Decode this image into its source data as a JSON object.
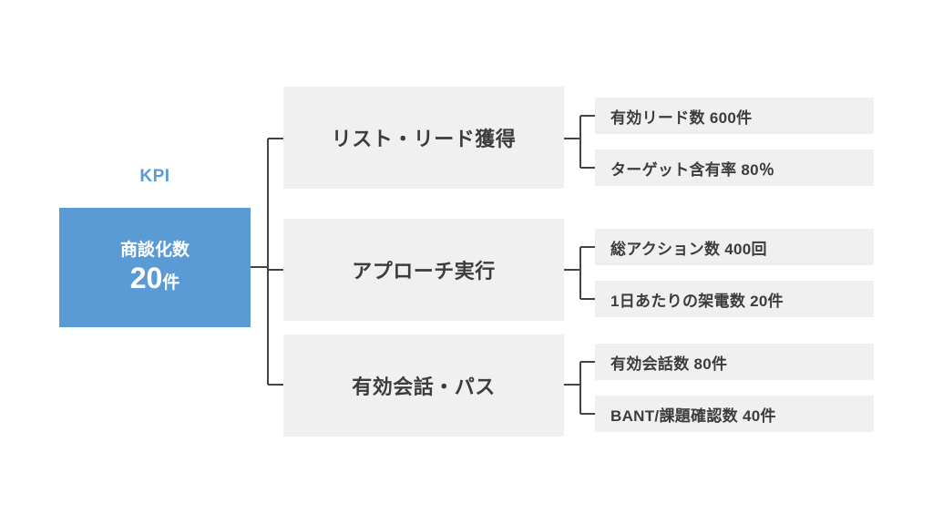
{
  "diagram": {
    "type": "kpi-tree",
    "colors": {
      "accent": "#5B9BD5",
      "box_fill": "#F0F0F0",
      "text": "#3C3C3C",
      "connector": "#444444",
      "background": "#FFFFFF"
    },
    "root": {
      "caption": "KPI",
      "name": "商談化数",
      "value": "20",
      "unit": "件"
    },
    "branches": [
      {
        "label": "リスト・リード獲得",
        "metrics": [
          "有効リード数 600件",
          "ターゲット含有率 80％"
        ]
      },
      {
        "label": "アプローチ実行",
        "metrics": [
          "総アクション数 400回",
          "1日あたりの架電数 20件"
        ]
      },
      {
        "label": "有効会話・パス",
        "metrics": [
          "有効会話数 80件",
          "BANT/課題確認数 40件"
        ]
      }
    ]
  }
}
